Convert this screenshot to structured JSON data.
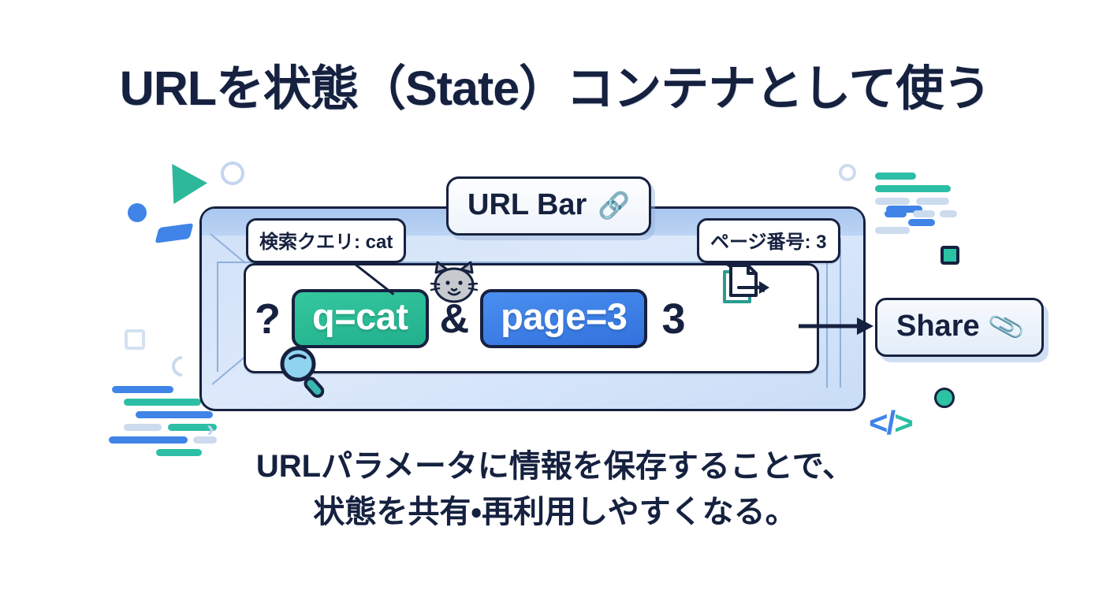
{
  "title": "URLを状態（State）コンテナとして使う",
  "caption": {
    "line1": "URLパラメータに情報を保存することで、",
    "line2": "状態を共有・再利用しやすくなる。"
  },
  "urlbar": {
    "label": "URL Bar",
    "link_icon": "🔗"
  },
  "url": {
    "question_mark": "?",
    "ampersand": "&",
    "trailing_number": "3",
    "params": [
      {
        "text": "q=cat",
        "color": "#2cb99b",
        "name": "query-param-chip"
      },
      {
        "text": "page=3",
        "color": "#3b82e8",
        "name": "page-param-chip"
      }
    ]
  },
  "callouts": [
    {
      "text": "検索クエリ: cat"
    },
    {
      "text": "ページ番号: 3"
    }
  ],
  "share": {
    "label": "Share",
    "clip_icon": "📎"
  },
  "icons": {
    "cat": "cat-face-icon",
    "magnifier": "magnifier-icon",
    "document_export": "document-export-icon",
    "code": "</>"
  },
  "colors": {
    "ink": "#16213f",
    "teal": "#2cb99b",
    "blue": "#3b82e8",
    "window_fill": "#cfe0f7",
    "background": "#ffffff"
  }
}
